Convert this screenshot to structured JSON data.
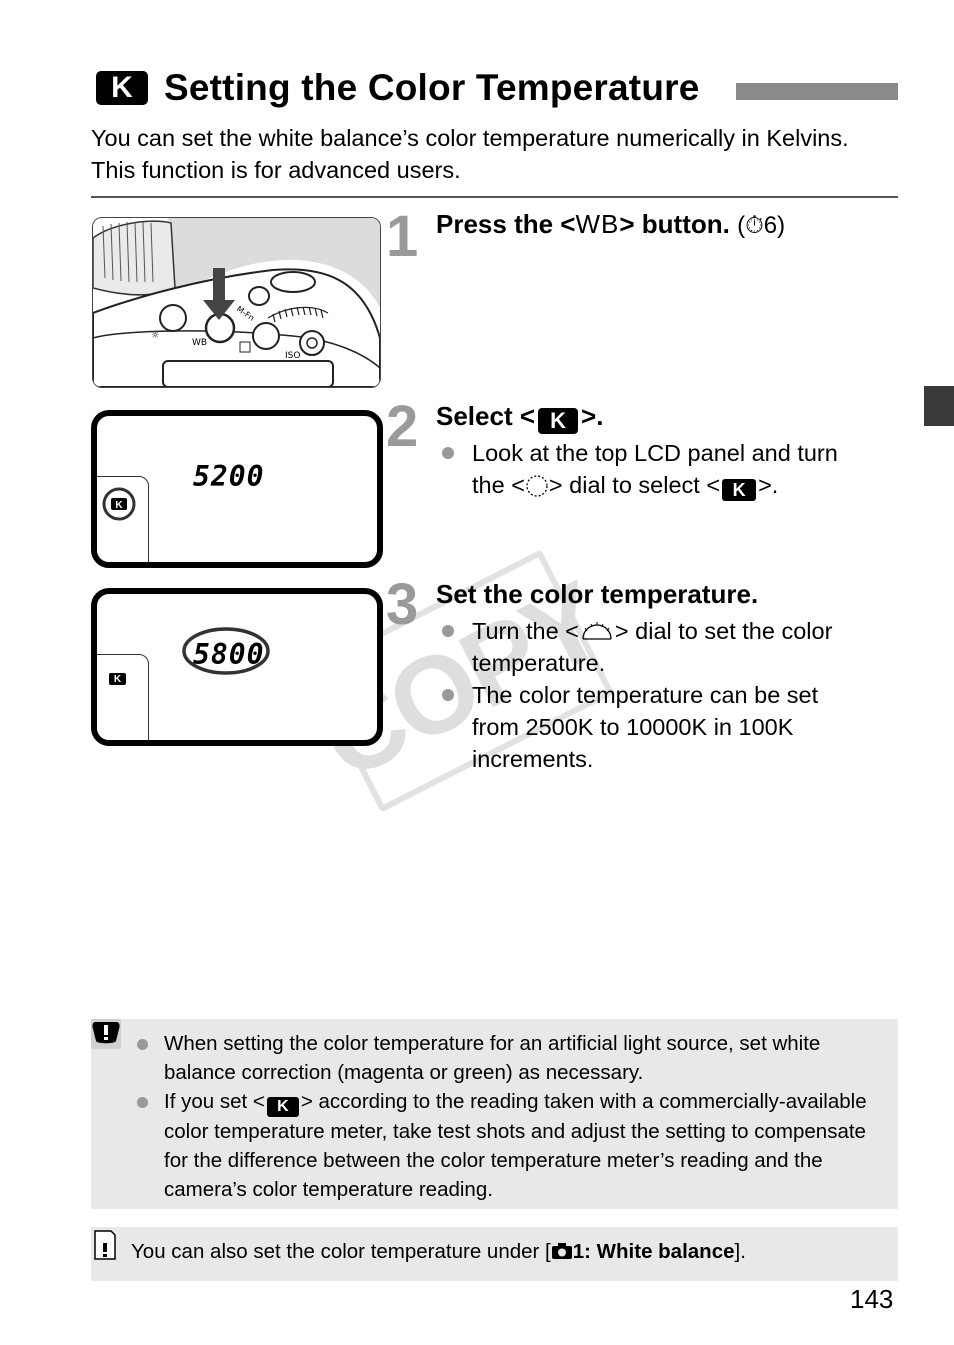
{
  "header": {
    "badge_letter": "K",
    "title": "Setting the Color Temperature"
  },
  "intro": "You can set the white balance’s color temperature numerically in Kelvins. This function is for advanced users.",
  "illustration": {
    "labels": {
      "wb": "WB",
      "iso": "ISO",
      "mfn": "M-Fn"
    }
  },
  "steps": [
    {
      "number": "1",
      "title_prefix": "Press the <",
      "title_key": "WB",
      "title_suffix": "> button.",
      "ref": "(⏱6)"
    },
    {
      "number": "2",
      "title_prefix": "Select <",
      "title_suffix": ">.",
      "bullet_text_a": "Look at the top LCD panel and turn the <",
      "bullet_text_b": "> dial to select <",
      "bullet_text_c": ">.",
      "lcd_value": "5200"
    },
    {
      "number": "3",
      "title": "Set the color temperature.",
      "bullet1_a": "Turn the <",
      "bullet1_b": "> dial to set the color temperature.",
      "bullet2": "The color temperature can be set from 2500K to 10000K in 100K increments.",
      "lcd_value": "5800"
    }
  ],
  "watermark": "COPY",
  "caution": {
    "item1": "When setting the color temperature for an artificial light source, set white balance correction (magenta or green) as necessary.",
    "item2_a": "If you set <",
    "item2_b": "> according to the reading taken with a commercially-available color temperature meter, take test shots and adjust the setting to compensate for the difference between the color temperature meter’s reading and the camera’s color temperature reading."
  },
  "memo": {
    "text_a": "You can also set the color temperature under [",
    "menu_ref": "1: White balance",
    "text_b": "]."
  },
  "page_number": "143",
  "icons": {
    "kelvin": "kelvin-badge-icon",
    "main_dial": "main-dial-icon",
    "quick_dial": "quick-control-dial-icon",
    "caution": "caution-icon",
    "memo": "memo-icon",
    "camera": "camera-icon"
  },
  "colors": {
    "step_number": "#9a9a9a",
    "note_background": "#e8e8e8",
    "title_bar": "#8a8a8a"
  }
}
